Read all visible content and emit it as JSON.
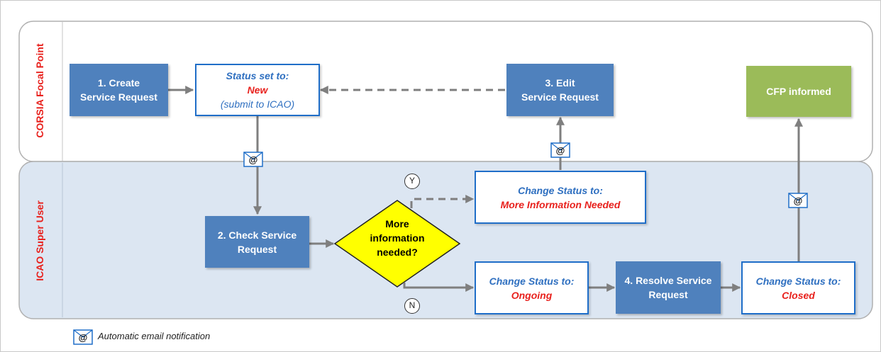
{
  "lanes": {
    "top": "CORSIA Focal Point",
    "bottom": "ICAO Super User"
  },
  "nodes": {
    "create_request": {
      "line1": "1. Create",
      "line2": "Service Request"
    },
    "status_new": {
      "heading": "Status set to:",
      "value": "New",
      "note": "(submit to ICAO)"
    },
    "edit_request": {
      "line1": "3. Edit",
      "line2": "Service Request"
    },
    "cfp_informed": {
      "label": "CFP informed"
    },
    "check_request": {
      "line1": "2. Check Service",
      "line2": "Request"
    },
    "decision": {
      "line1": "More",
      "line2": "information",
      "line3": "needed?"
    },
    "status_more_info": {
      "heading": "Change Status to:",
      "value": "More Information Needed"
    },
    "status_ongoing": {
      "heading": "Change Status to:",
      "value": "Ongoing"
    },
    "resolve_request": {
      "line1": "4. Resolve Service",
      "line2": "Request"
    },
    "status_closed": {
      "heading": "Change Status to:",
      "value": "Closed"
    }
  },
  "markers": {
    "yes": "Y",
    "no": "N"
  },
  "email_symbol": "@",
  "legend": {
    "text": "Automatic email notification"
  },
  "colors": {
    "lane_label": "#e8211d",
    "solid_box": "#4f81bd",
    "outline_border": "#1f6ec8",
    "status_heading": "#2e6fc0",
    "status_value": "#e8211d",
    "cfp_box": "#9bbb59",
    "decision_fill": "#ffff00",
    "bottom_lane_fill": "#dce6f2",
    "connector": "#7f7f7f"
  }
}
